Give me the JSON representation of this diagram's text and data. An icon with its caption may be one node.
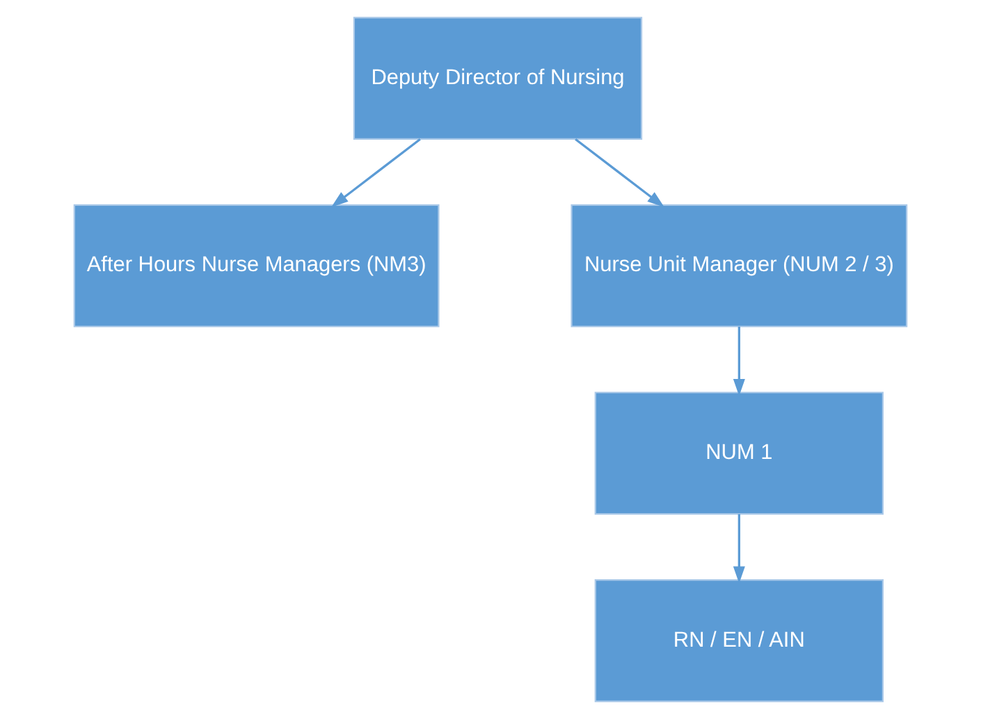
{
  "diagram": {
    "nodes": [
      {
        "text": [
          "Deputy Director of Nursing"
        ]
      },
      {
        "text": [
          "After Hours Nurse Managers (NM3)"
        ]
      },
      {
        "text": [
          "Nurse Unit Manager (NUM 2 / 3)"
        ]
      },
      {
        "text": [
          "NUM 1"
        ]
      },
      {
        "text": [
          "RN / EN / AIN"
        ]
      }
    ],
    "edges": [
      {
        "from": 0,
        "to": 1,
        "arrow": "to"
      },
      {
        "from": 0,
        "to": 2,
        "arrow": "to"
      },
      {
        "from": 2,
        "to": 3,
        "arrow": "to"
      },
      {
        "from": 3,
        "to": 4,
        "arrow": "to"
      }
    ]
  }
}
